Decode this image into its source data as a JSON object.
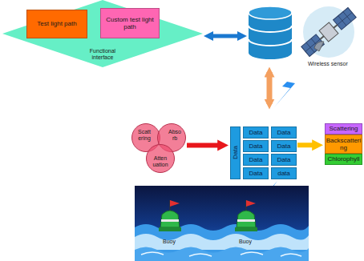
{
  "diagram": {
    "nodes": [
      {
        "text": [
          "Functional interface"
        ]
      },
      {
        "text": [
          "Test light path"
        ],
        "in": 0
      },
      {
        "text": [
          "Custom test light path"
        ],
        "in": 0
      },
      {
        "text": [
          "Scattering"
        ]
      },
      {
        "text": [
          "Absorb"
        ]
      },
      {
        "text": [
          "Attenuation"
        ]
      },
      {
        "text": [
          "Data"
        ]
      },
      {
        "text": [
          "Data"
        ]
      },
      {
        "text": [
          "Data"
        ]
      },
      {
        "text": [
          "Data"
        ]
      },
      {
        "text": [
          "Data"
        ]
      },
      {
        "text": [
          "Data"
        ]
      },
      {
        "text": [
          "Data"
        ]
      },
      {
        "text": [
          "Data"
        ]
      },
      {
        "text": [
          "data"
        ]
      },
      {
        "text": [
          "Scattering"
        ]
      },
      {
        "text": [
          "Backscattering"
        ]
      },
      {
        "text": [
          "Chlorophyll"
        ]
      }
    ],
    "edges": [
      {
        "from": 4,
        "to": 6,
        "arrow": "to"
      },
      {
        "from": 10,
        "to": 16,
        "arrow": "to"
      }
    ],
    "labels": [
      "Wireless sensor",
      "Buoy",
      "Buoy"
    ]
  }
}
